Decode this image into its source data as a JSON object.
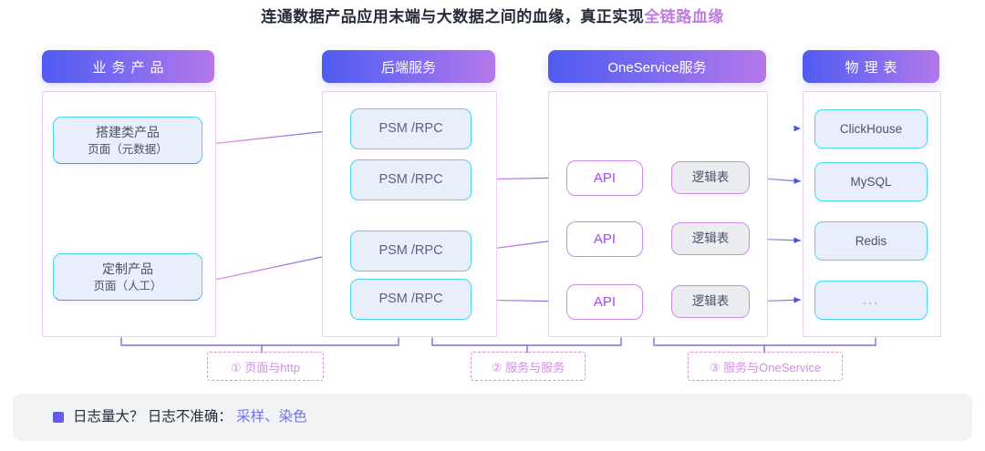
{
  "title": {
    "main": "连通数据产品应用末端与大数据之间的血缘，真正实现",
    "highlight": "全链路血缘"
  },
  "colors": {
    "pill_gradient_start": "#4f5bf0",
    "pill_gradient_end": "#b478ea",
    "node_blue_fill": "#e8eefb",
    "node_blue_border": "#4ad6ee",
    "api_text": "#a24cf0",
    "group_label_text": "#d58ce8",
    "footer_bg": "#f2f3f5",
    "footer_accent": "#6f73e8",
    "title_highlight": "#c07be0"
  },
  "columns": [
    {
      "id": "business-product",
      "header": "业务产品",
      "spaced": true,
      "nodes": [
        {
          "name": "node-build-product",
          "line1": "搭建类产品",
          "line2": "页面（元数据）"
        },
        {
          "name": "node-custom-product",
          "line1": "定制产品",
          "line2": "页面（人工）"
        }
      ]
    },
    {
      "id": "backend-service",
      "header": "后端服务",
      "spaced": false,
      "nodes": [
        {
          "name": "node-psm-rpc-1",
          "line1": "PSM /RPC"
        },
        {
          "name": "node-psm-rpc-2",
          "line1": "PSM /RPC"
        },
        {
          "name": "node-psm-rpc-3",
          "line1": "PSM /RPC"
        },
        {
          "name": "node-psm-rpc-4",
          "line1": "PSM /RPC"
        }
      ]
    },
    {
      "id": "oneservice",
      "header": "OneService服务",
      "spaced": false,
      "nodes": [
        {
          "name": "node-api-1",
          "line1": "API"
        },
        {
          "name": "node-api-2",
          "line1": "API"
        },
        {
          "name": "node-api-3",
          "line1": "API"
        },
        {
          "name": "node-logic-table-1",
          "line1": "逻辑表"
        },
        {
          "name": "node-logic-table-2",
          "line1": "逻辑表"
        },
        {
          "name": "node-logic-table-3",
          "line1": "逻辑表"
        }
      ]
    },
    {
      "id": "physical-table",
      "header": "物理表",
      "spaced": true,
      "nodes": [
        {
          "name": "node-clickhouse",
          "line1": "ClickHouse"
        },
        {
          "name": "node-mysql",
          "line1": "MySQL"
        },
        {
          "name": "node-redis",
          "line1": "Redis"
        },
        {
          "name": "node-ellipsis",
          "line1": "..."
        }
      ]
    }
  ],
  "group_labels": [
    {
      "name": "group-label-page-http",
      "text": "① 页面与http"
    },
    {
      "name": "group-label-service-service",
      "text": "② 服务与服务"
    },
    {
      "name": "group-label-service-oneservice",
      "text": "③ 服务与OneService"
    }
  ],
  "footer": {
    "question": "日志量大？ 日志不准确：",
    "accent": "采样、染色",
    "bullet_icon": "square-bullet-icon"
  }
}
